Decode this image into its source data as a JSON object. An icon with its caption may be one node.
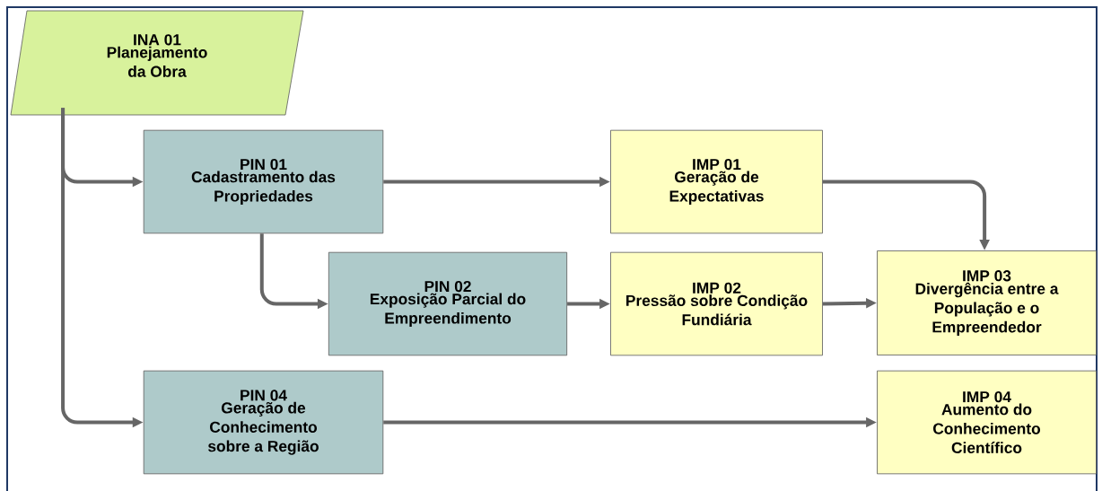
{
  "diagram": {
    "nodes": [
      {
        "text": [
          "INA 01",
          "Planejamento da Obra"
        ]
      },
      {
        "text": [
          "PIN 01",
          "Cadastramento das Propriedades"
        ]
      },
      {
        "text": [
          "IMP 01",
          "Geração de Expectativas"
        ]
      },
      {
        "text": [
          "PIN 02",
          "Exposição Parcial do Empreendimento"
        ]
      },
      {
        "text": [
          "IMP 02",
          "Pressão sobre Condição Fundiária"
        ]
      },
      {
        "text": [
          "IMP 03",
          "Divergência entre a População e o Empreendedor"
        ]
      },
      {
        "text": [
          "PIN 04",
          "Geração de Conhecimento sobre a Região"
        ]
      },
      {
        "text": [
          "IMP 04",
          "Aumento do Conhecimento Científico"
        ]
      }
    ],
    "edges": [
      {
        "from": 0,
        "to": 1,
        "arrow": "to"
      },
      {
        "from": 0,
        "to": 6,
        "arrow": "to"
      },
      {
        "from": 1,
        "to": 2,
        "arrow": "to"
      },
      {
        "from": 1,
        "to": 3,
        "arrow": "to"
      },
      {
        "from": 2,
        "to": 5,
        "arrow": "to"
      },
      {
        "from": 3,
        "to": 4,
        "arrow": "to"
      },
      {
        "from": 4,
        "to": 5,
        "arrow": "to"
      },
      {
        "from": 6,
        "to": 7,
        "arrow": "to"
      }
    ]
  }
}
